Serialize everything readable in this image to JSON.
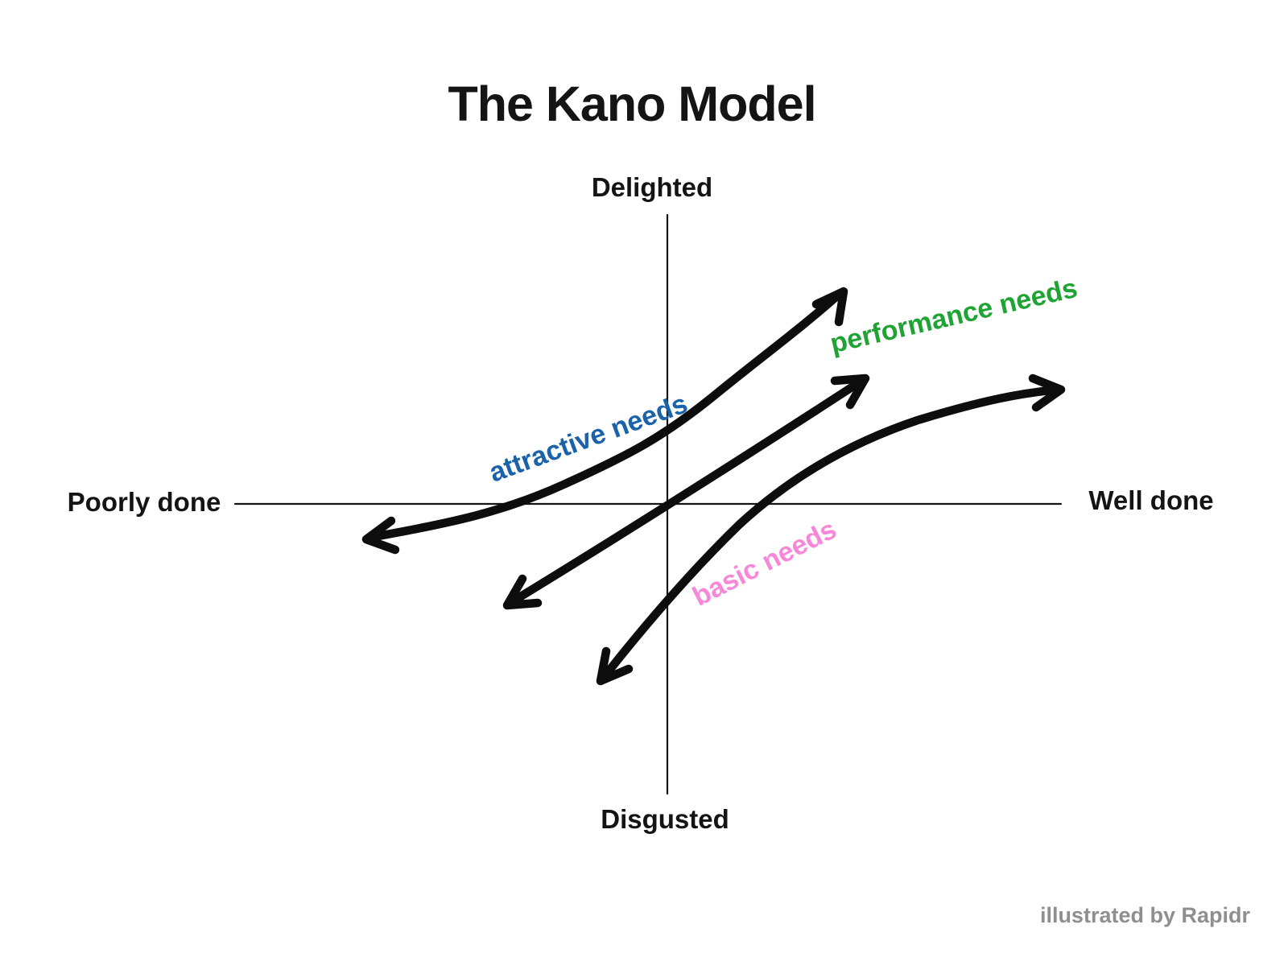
{
  "title": "The Kano Model",
  "axes": {
    "top_label": "Delighted",
    "bottom_label": "Disgusted",
    "left_label": "Poorly done",
    "right_label": "Well done"
  },
  "curves": [
    {
      "label": "attractive needs",
      "color": "#1a63aa"
    },
    {
      "label": "performance needs",
      "color": "#1fa433"
    },
    {
      "label": "basic needs",
      "color": "#f787d8"
    }
  ],
  "footer": {
    "credit": "illustrated by Rapidr",
    "color": "#8f8f8f"
  },
  "colors": {
    "ink": "#141414",
    "curve_stroke": "#0d0d0d",
    "background": "#ffffff"
  }
}
